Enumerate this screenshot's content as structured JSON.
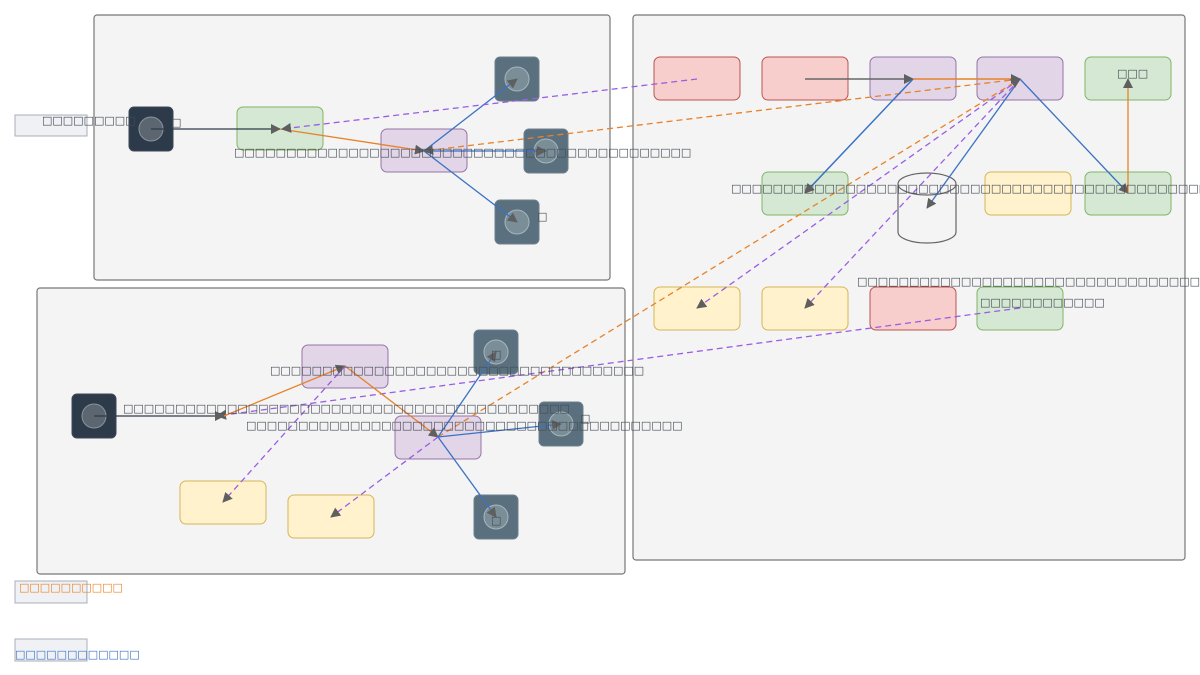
{
  "diagram": {
    "title": "",
    "containers": [
      {
        "id": "group-top-left",
        "label": ""
      },
      {
        "id": "group-bottom-left",
        "label": ""
      },
      {
        "id": "group-right",
        "label": ""
      }
    ],
    "nodes": [
      {
        "id": "n-tl-start",
        "kind": "circle-dark",
        "label": "□"
      },
      {
        "id": "n-tl-green",
        "kind": "green",
        "label": ""
      },
      {
        "id": "n-tl-purple",
        "kind": "purple",
        "label": ""
      },
      {
        "id": "n-tl-out1",
        "kind": "circle-slate",
        "label": ""
      },
      {
        "id": "n-tl-out2",
        "kind": "circle-slate",
        "label": ""
      },
      {
        "id": "n-tl-out3",
        "kind": "circle-slate",
        "label": "□"
      },
      {
        "id": "n-bl-start",
        "kind": "circle-dark",
        "label": ""
      },
      {
        "id": "n-bl-purple1",
        "kind": "purple",
        "label": ""
      },
      {
        "id": "n-bl-purple2",
        "kind": "purple",
        "label": ""
      },
      {
        "id": "n-bl-out1",
        "kind": "circle-slate",
        "label": "□"
      },
      {
        "id": "n-bl-out2",
        "kind": "circle-slate",
        "label": "□"
      },
      {
        "id": "n-bl-out3",
        "kind": "circle-slate",
        "label": "□"
      },
      {
        "id": "n-bl-yellow1",
        "kind": "yellow",
        "label": ""
      },
      {
        "id": "n-bl-yellow2",
        "kind": "yellow",
        "label": ""
      },
      {
        "id": "n-r-red1",
        "kind": "red",
        "label": ""
      },
      {
        "id": "n-r-red2",
        "kind": "red",
        "label": ""
      },
      {
        "id": "n-r-purple1",
        "kind": "purple",
        "label": ""
      },
      {
        "id": "n-r-purple2",
        "kind": "purple",
        "label": ""
      },
      {
        "id": "n-r-green1",
        "kind": "green",
        "label": "□□□"
      },
      {
        "id": "n-r-green2",
        "kind": "green",
        "label": ""
      },
      {
        "id": "n-r-db",
        "kind": "database",
        "label": ""
      },
      {
        "id": "n-r-yellow1",
        "kind": "yellow",
        "label": ""
      },
      {
        "id": "n-r-green3",
        "kind": "green",
        "label": ""
      },
      {
        "id": "n-r-yellow2",
        "kind": "yellow",
        "label": ""
      },
      {
        "id": "n-r-yellow3",
        "kind": "yellow",
        "label": ""
      },
      {
        "id": "n-r-red3",
        "kind": "red",
        "label": ""
      },
      {
        "id": "n-r-green4",
        "kind": "green",
        "label": "□□□□□□□□□□□□"
      }
    ],
    "floating_labels": [
      {
        "id": "lbl-left-box",
        "text": "□□□□□□□□□"
      },
      {
        "id": "lbl-tl-edge",
        "text": "□□□□□□□□□□□□□□□□□□□□□□□□□□□□□□□□□□□□□□□□□□□□"
      },
      {
        "id": "lbl-r-green2",
        "text": "□□□□□□□□□□□□□□□□□□□□□□□□□□□□□□□□□□□□□□□□□□□□□□□□□□□□"
      },
      {
        "id": "lbl-r-red3",
        "text": "□□□□□□□□□□□□□□□□□□□□□□□□□□□□□□□□□□□□"
      },
      {
        "id": "lbl-bl-purple1",
        "text": "□□□□□□□□□□□□□□□□□□□□□□□□□□□□□□□□□□□□"
      },
      {
        "id": "lbl-bl-start-edge",
        "text": "□□□□□□□□□□□□□□□□□□□□□□□□□□□□□□□□□□□□□□□□□□□"
      },
      {
        "id": "lbl-bl-purple2",
        "text": "□□□□□□□□□□□□□□□□□□□□□□□□□□□□□□□□□□□□□□□□□□"
      }
    ],
    "legend": [
      {
        "id": "legend-orange",
        "text": "□□□□□□□□□□",
        "color": "#e8822a"
      },
      {
        "id": "legend-blue",
        "text": "□□□□□□□□□□□□",
        "color": "#3a72c4"
      }
    ],
    "edges": [
      {
        "from": "n-tl-start",
        "to": "n-tl-green",
        "style": "solid",
        "color": "#2f3b4a"
      },
      {
        "from": "n-tl-green",
        "to": "n-tl-purple",
        "style": "solid",
        "color": "#e8822a"
      },
      {
        "from": "n-tl-purple",
        "to": "n-tl-out1",
        "style": "solid",
        "color": "#3a72c4"
      },
      {
        "from": "n-tl-purple",
        "to": "n-tl-out2",
        "style": "solid",
        "color": "#3a72c4"
      },
      {
        "from": "n-tl-purple",
        "to": "n-tl-out3",
        "style": "solid",
        "color": "#3a72c4"
      },
      {
        "from": "n-r-red1",
        "to": "n-tl-green",
        "style": "dashed",
        "color": "#9b5de5"
      },
      {
        "from": "n-r-purple2",
        "to": "n-tl-purple",
        "style": "dashed",
        "color": "#e8822a"
      },
      {
        "from": "n-r-red2",
        "to": "n-r-purple1",
        "style": "solid",
        "color": "#666666"
      },
      {
        "from": "n-r-purple1",
        "to": "n-r-purple2",
        "style": "solid",
        "color": "#e8822a"
      },
      {
        "from": "n-r-purple1",
        "to": "n-r-yellow2",
        "style": "solid",
        "color": "#3a72c4"
      },
      {
        "from": "n-r-purple2",
        "to": "n-r-db",
        "style": "solid",
        "color": "#3a72c4"
      },
      {
        "from": "n-r-purple2",
        "to": "n-r-green3",
        "style": "solid",
        "color": "#3a72c4"
      },
      {
        "from": "n-r-green3",
        "to": "n-r-green1",
        "style": "solid",
        "color": "#e8822a"
      },
      {
        "from": "n-r-purple2",
        "to": "n-r-yellow2",
        "style": "dashed",
        "color": "#9b5de5"
      },
      {
        "from": "n-r-purple2",
        "to": "n-r-yellow3",
        "style": "dashed",
        "color": "#9b5de5"
      },
      {
        "from": "n-bl-purple2",
        "to": "n-r-purple2",
        "style": "dashed",
        "color": "#e8822a"
      },
      {
        "from": "n-r-green4",
        "to": "n-bl-start-target",
        "style": "dashed",
        "color": "#9b5de5"
      },
      {
        "from": "n-bl-start",
        "to": "n-bl-mid",
        "style": "solid",
        "color": "#2f3b4a"
      },
      {
        "from": "n-bl-mid",
        "to": "n-bl-purple1",
        "style": "solid",
        "color": "#e8822a"
      },
      {
        "from": "n-bl-purple1",
        "to": "n-bl-purple2",
        "style": "solid",
        "color": "#e8822a"
      },
      {
        "from": "n-bl-purple2",
        "to": "n-bl-out1",
        "style": "solid",
        "color": "#3a72c4"
      },
      {
        "from": "n-bl-purple2",
        "to": "n-bl-out2",
        "style": "solid",
        "color": "#3a72c4"
      },
      {
        "from": "n-bl-purple2",
        "to": "n-bl-out3",
        "style": "solid",
        "color": "#3a72c4"
      },
      {
        "from": "n-bl-purple1",
        "to": "n-bl-yellow1",
        "style": "dashed",
        "color": "#9b5de5"
      },
      {
        "from": "n-bl-purple2",
        "to": "n-bl-yellow2",
        "style": "dashed",
        "color": "#9b5de5"
      }
    ],
    "colors": {
      "container_fill": "#f4f4f4",
      "container_stroke": "#777777",
      "green_fill": "#d5e8d4",
      "green_stroke": "#82b366",
      "purple_fill": "#e1d5e7",
      "purple_stroke": "#9673a6",
      "red_fill": "#f8cecc",
      "red_stroke": "#b85450",
      "yellow_fill": "#fff2cc",
      "yellow_stroke": "#d6b656",
      "dark_node": "#2d3a4a",
      "slate_node": "#5a707e",
      "orange": "#e8822a",
      "blue": "#3a72c4",
      "violet": "#9b5de5"
    }
  }
}
